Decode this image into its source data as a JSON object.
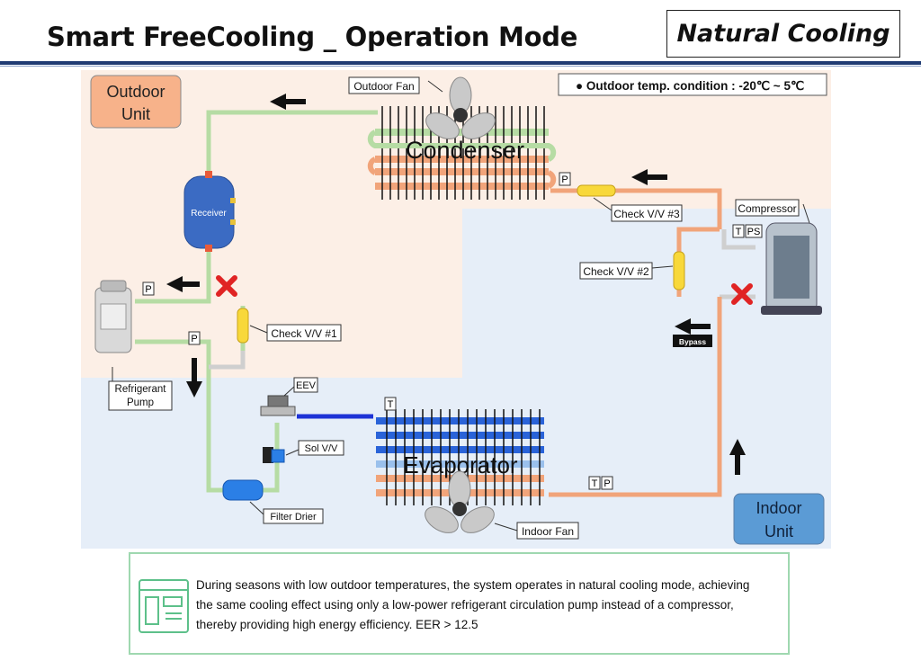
{
  "header": {
    "title": "Smart FreeCooling _ Operation Mode",
    "mode": "Natural Cooling"
  },
  "diagram": {
    "zones": {
      "outdoor": "Outdoor\nUnit",
      "indoor": "Indoor\nUnit"
    },
    "condition": "● Outdoor temp. condition : -20℃ ~ 5℃",
    "components": {
      "outdoor_fan": "Outdoor Fan",
      "condenser": "Condenser",
      "receiver": "Receiver",
      "check_vv1": "Check V/V #1",
      "check_vv2": "Check V/V #2",
      "check_vv3": "Check V/V #3",
      "compressor": "Compressor",
      "refrigerant_pump": "Refrigerant\nPump",
      "eev": "EEV",
      "sol_vv": "Sol V/V",
      "filter_drier": "Filter Drier",
      "evaporator": "Evaporator",
      "indoor_fan": "Indoor Fan",
      "bypass": "Bypass"
    },
    "sensors": {
      "p": "P",
      "t": "T",
      "ps": "PS"
    }
  },
  "note": {
    "text": "During seasons with low outdoor temperatures, the system operates in natural cooling mode, achieving the same cooling effect using only a low-power refrigerant circulation pump instead of a compressor, thereby providing high energy efficiency. EER > 12.5"
  },
  "colors": {
    "outdoor_zone": "#fcefe6",
    "indoor_zone": "#e6eef8",
    "green_line": "#b6dca4",
    "orange_line": "#f1a47a",
    "blue_line": "#1d33d6",
    "header_rule": "#1f3b73",
    "zone_label_outdoor": "#f7b28a",
    "zone_label_indoor": "#5b9bd5"
  }
}
